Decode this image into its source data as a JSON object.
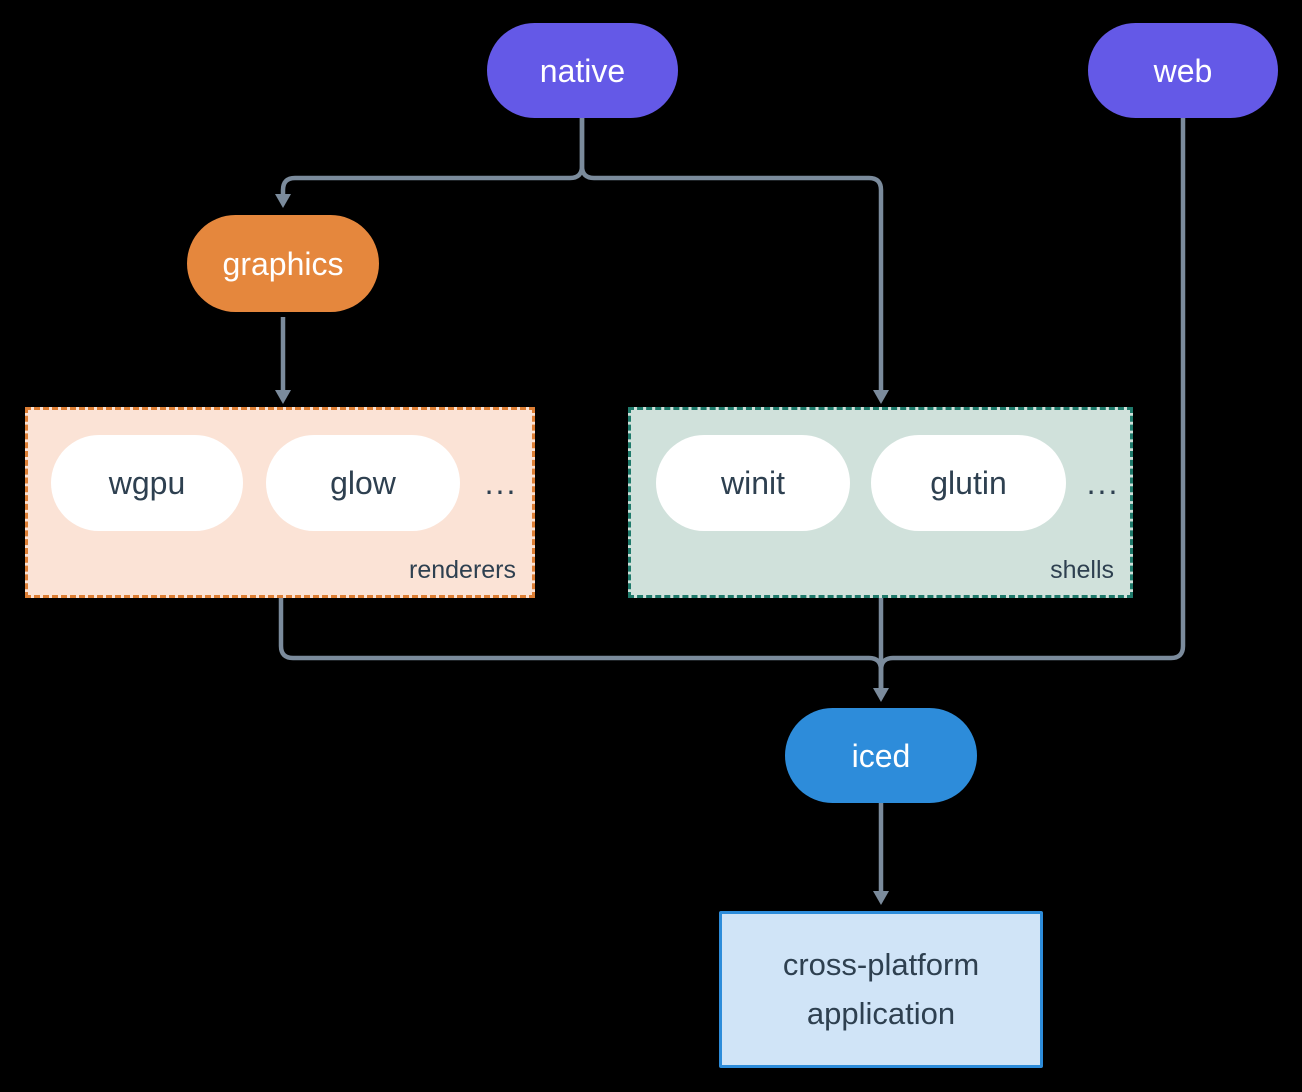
{
  "colors": {
    "background": "#000000",
    "node_purple": "#6459e7",
    "node_orange": "#e5873d",
    "node_blue": "#2d8cda",
    "pill_white": "#ffffff",
    "renderers_fill": "#fbe3d6",
    "renderers_border": "#dd7f35",
    "shells_fill": "#d0e1db",
    "shells_border": "#1f7a6b",
    "app_fill": "#d0e4f7",
    "app_border": "#2d8cda",
    "edge": "#7b8b9c",
    "text_dark": "#2e4050",
    "text_light": "#ffffff"
  },
  "nodes": {
    "native": {
      "label": "native"
    },
    "web": {
      "label": "web"
    },
    "graphics": {
      "label": "graphics"
    },
    "iced": {
      "label": "iced"
    },
    "application": {
      "label_line1": "cross-platform",
      "label_line2": "application"
    }
  },
  "groups": {
    "renderers": {
      "label": "renderers",
      "items": [
        "wgpu",
        "glow"
      ],
      "ellipsis": "..."
    },
    "shells": {
      "label": "shells",
      "items": [
        "winit",
        "glutin"
      ],
      "ellipsis": "..."
    }
  },
  "edges": [
    {
      "from": "native",
      "to": "graphics"
    },
    {
      "from": "native",
      "to": "shells"
    },
    {
      "from": "graphics",
      "to": "renderers"
    },
    {
      "from": "renderers",
      "to": "iced"
    },
    {
      "from": "shells",
      "to": "iced"
    },
    {
      "from": "web",
      "to": "iced"
    },
    {
      "from": "iced",
      "to": "application"
    }
  ]
}
